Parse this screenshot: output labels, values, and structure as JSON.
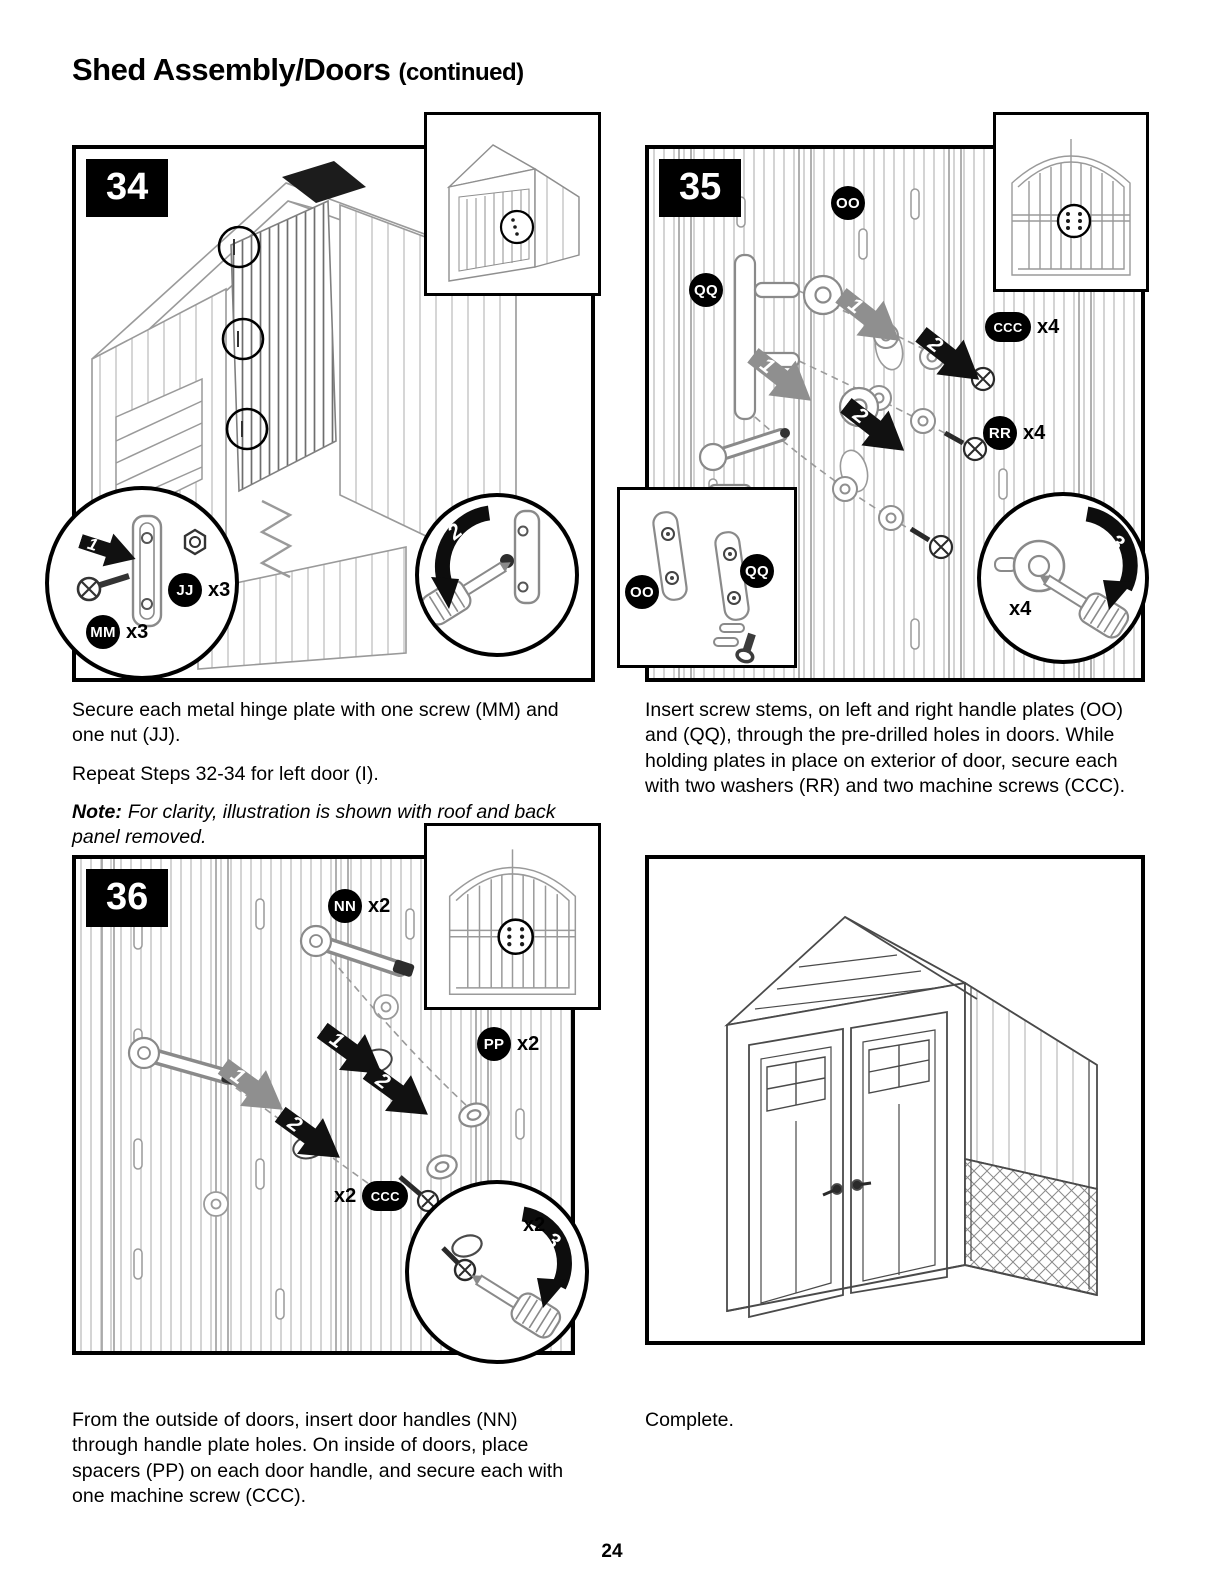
{
  "page": {
    "title": "Shed Assembly/Doors",
    "title_suffix": "(continued)",
    "number": "24"
  },
  "step34": {
    "num": "34",
    "mag_arrow1": "1",
    "mag_arrow2": "2",
    "jj": "JJ",
    "jj_qty": "x3",
    "mm": "MM",
    "mm_qty": "x3",
    "para1": "Secure each metal hinge plate with one screw (MM) and one nut (JJ).",
    "para2": "Repeat Steps 32-34 for left door (I).",
    "note_label": "Note:",
    "note_body": "For clarity, illustration is shown with roof and back panel removed."
  },
  "step35": {
    "num": "35",
    "oo": "OO",
    "qq": "QQ",
    "ccc": "CCC",
    "ccc_qty": "x4",
    "rr": "RR",
    "rr_qty": "x4",
    "arrow1a": "1",
    "arrow1b": "1",
    "arrow2a": "2",
    "arrow2b": "2",
    "inset_oo": "OO",
    "inset_qq": "QQ",
    "mag_qty": "x4",
    "arrow3": "3",
    "para": "Insert screw stems, on left and right handle plates (OO) and (QQ), through the pre-drilled holes in doors. While holding plates in place on exterior of door, secure each with two washers (RR) and two machine screws (CCC)."
  },
  "step36": {
    "num": "36",
    "nn": "NN",
    "nn_qty": "x2",
    "pp": "PP",
    "pp_qty": "x2",
    "ccc": "CCC",
    "ccc_qty": "x2",
    "arrow1a": "1",
    "arrow1b": "1",
    "arrow2a": "2",
    "arrow2b": "2",
    "mag_qty": "x2",
    "arrow3": "3",
    "para": "From the outside of doors, insert door handles (NN) through handle plate holes. On inside of doors, place spacers (PP) on each door handle, and secure each with one machine screw (CCC)."
  },
  "final": {
    "para": "Complete."
  }
}
